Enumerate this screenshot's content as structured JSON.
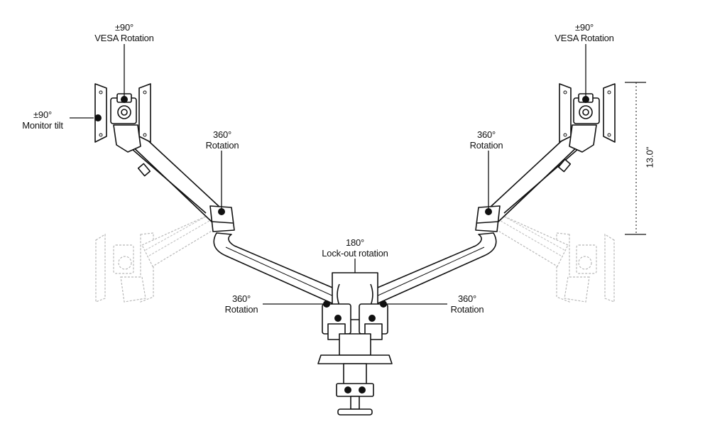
{
  "callouts": {
    "vesa_left": {
      "value": "±90°",
      "name": "VESA Rotation"
    },
    "vesa_right": {
      "value": "±90°",
      "name": "VESA Rotation"
    },
    "tilt_left": {
      "value": "±90°",
      "name": "Monitor tilt"
    },
    "joint_upper_left": {
      "value": "360°",
      "name": "Rotation"
    },
    "joint_upper_right": {
      "value": "360°",
      "name": "Rotation"
    },
    "lockout": {
      "value": "180°",
      "name": "Lock-out rotation"
    },
    "joint_lower_left": {
      "value": "360°",
      "name": "Rotation"
    },
    "joint_lower_right": {
      "value": "360°",
      "name": "Rotation"
    }
  },
  "dimension": {
    "height_label": "13.0\""
  },
  "colors": {
    "line": "#111111",
    "ghost": "#b5b5b5",
    "fill": "#ffffff",
    "joint": "#111111"
  }
}
